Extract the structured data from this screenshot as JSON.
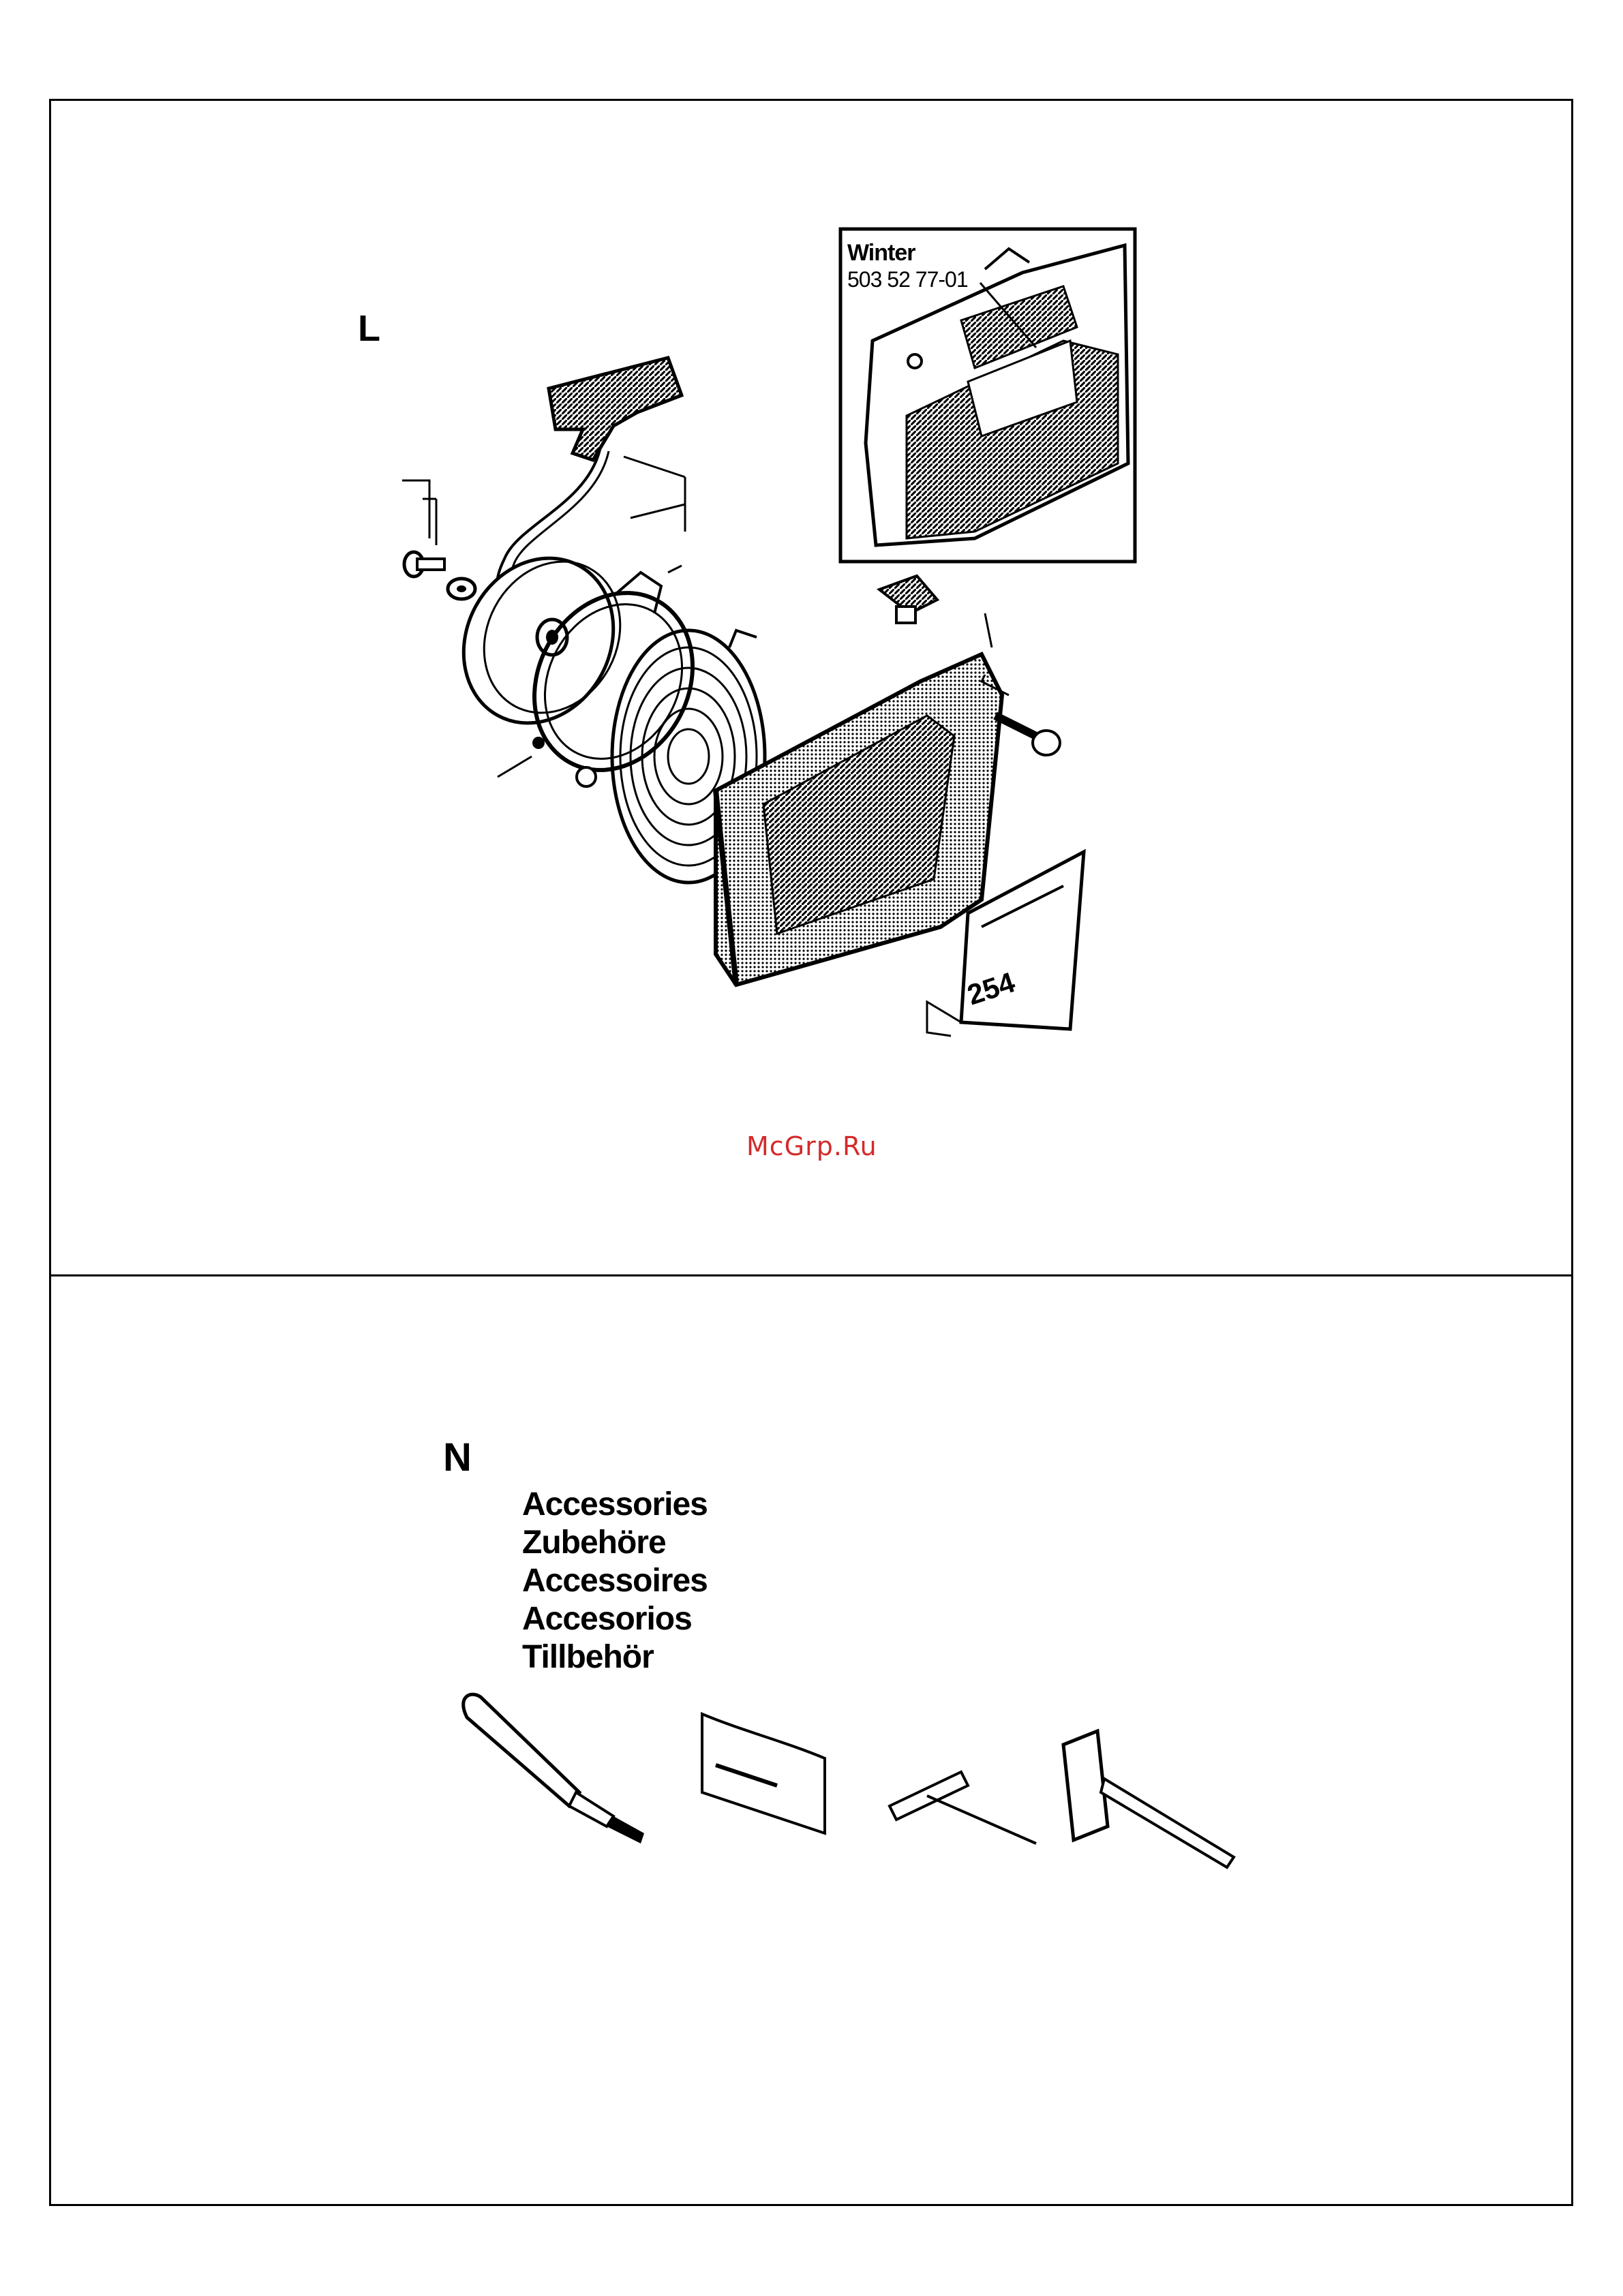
{
  "sections": {
    "starter": {
      "letter": "L"
    },
    "accessories": {
      "letter": "N",
      "titles": [
        "Accessories",
        "Zubehöre",
        "Accessoires",
        "Accesorios",
        "Tillbehör"
      ]
    }
  },
  "inset": {
    "label": "Winter",
    "part_number": "503 52 77-01"
  },
  "decal": {
    "text": "254"
  },
  "watermark": {
    "text": "McGrp.Ru"
  },
  "colors": {
    "watermark": "#d42a2a",
    "ink": "#000000"
  }
}
